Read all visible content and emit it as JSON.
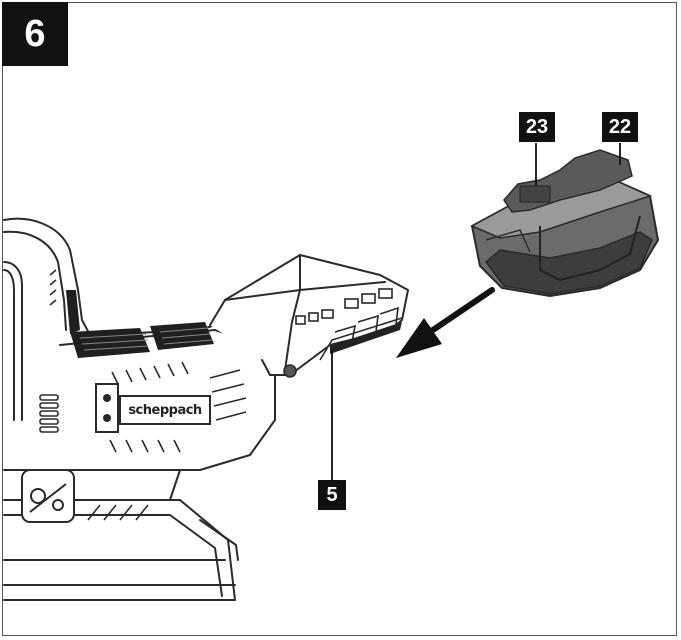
{
  "figure": {
    "number": "6"
  },
  "callouts": {
    "battery_release": "23",
    "battery_pack": "22",
    "battery_slot": "5"
  },
  "tool": {
    "logo_text": "scheppach"
  },
  "colors": {
    "badge_bg": "#111111",
    "badge_text": "#ffffff",
    "line_art": "#2a2a2a",
    "battery_fill": "#6b6b6b"
  }
}
